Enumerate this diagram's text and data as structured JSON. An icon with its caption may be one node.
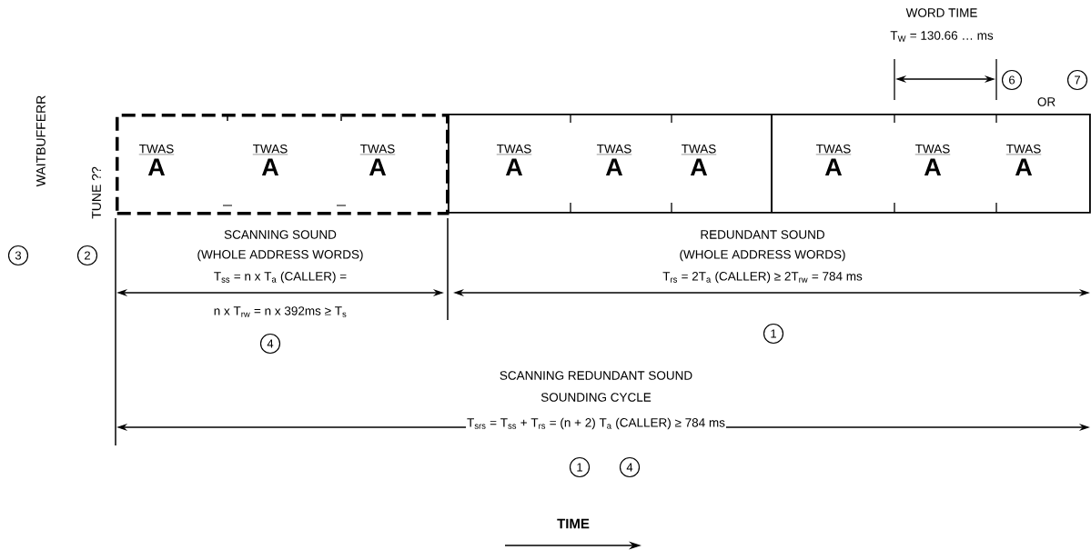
{
  "diagram": {
    "nodes": [
      {
        "text": [],
        "shape": "box"
      },
      {
        "text": [
          "TWAS",
          "A"
        ],
        "in": 0
      },
      {
        "text": [
          "TWAS",
          "A"
        ],
        "in": 0
      },
      {
        "text": [
          "TWAS",
          "A"
        ],
        "in": 0
      },
      {
        "text": [],
        "shape": "box"
      },
      {
        "text": [
          "TWAS",
          "A"
        ],
        "in": 4
      },
      {
        "text": [
          "TWAS",
          "A"
        ],
        "in": 4
      },
      {
        "text": [
          "TWAS",
          "A"
        ],
        "in": 4
      },
      {
        "text": [
          "TWAS",
          "A"
        ],
        "in": 4
      },
      {
        "text": [
          "TWAS",
          "A"
        ],
        "in": 4
      },
      {
        "text": [
          "TWAS",
          "A"
        ],
        "in": 4
      }
    ],
    "labels": [
      "WORD TIME",
      "T$_{W}$ = 130.66 … ms",
      "6",
      "OR",
      "7",
      "WAITBUFFERR",
      "TUNE ??",
      "3",
      "2",
      "SCANNING SOUND",
      "(WHOLE ADDRESS WORDS)",
      "T$_{ss}$ = n x T$_{a}$ (CALLER) =",
      "n x T$_{rw}$ = n x 392ms  ≥ T$_{s}$",
      "4",
      "REDUNDANT SOUND",
      "(WHOLE ADDRESS WORDS)",
      "T$_{rs}$ = 2T$_{a}$ (CALLER)  ≥ 2T$_{rw}$ = 784 ms",
      "1",
      "SCANNING REDUNDANT SOUND",
      "SOUNDING CYCLE",
      "T$_{srs}$ = T$_{ss}$ + T$_{rs}$ = (n + 2) T$_{a}$ (CALLER)  ≥ 784 ms",
      "1",
      "4",
      "TIME"
    ]
  }
}
